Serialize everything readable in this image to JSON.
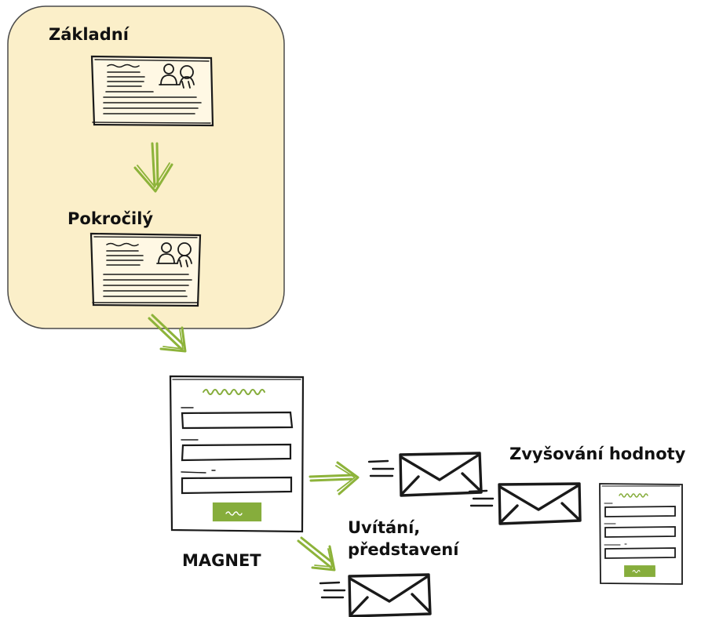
{
  "colors": {
    "panel_fill": "#fbefc9",
    "panel_stroke": "#4a4a4a",
    "arrow_green": "#8db33a",
    "button_green": "#86ad3c",
    "ink": "#1a1a1a"
  },
  "labels": {
    "basic": "Základní",
    "advanced": "Pokročilý",
    "magnet": "MAGNET",
    "welcome_line1": "Uvítání,",
    "welcome_line2": "představení",
    "value": "Zvyšování hodnoty"
  },
  "icons": [
    "document-icon",
    "form-icon",
    "envelope-icon",
    "arrow-icon"
  ]
}
